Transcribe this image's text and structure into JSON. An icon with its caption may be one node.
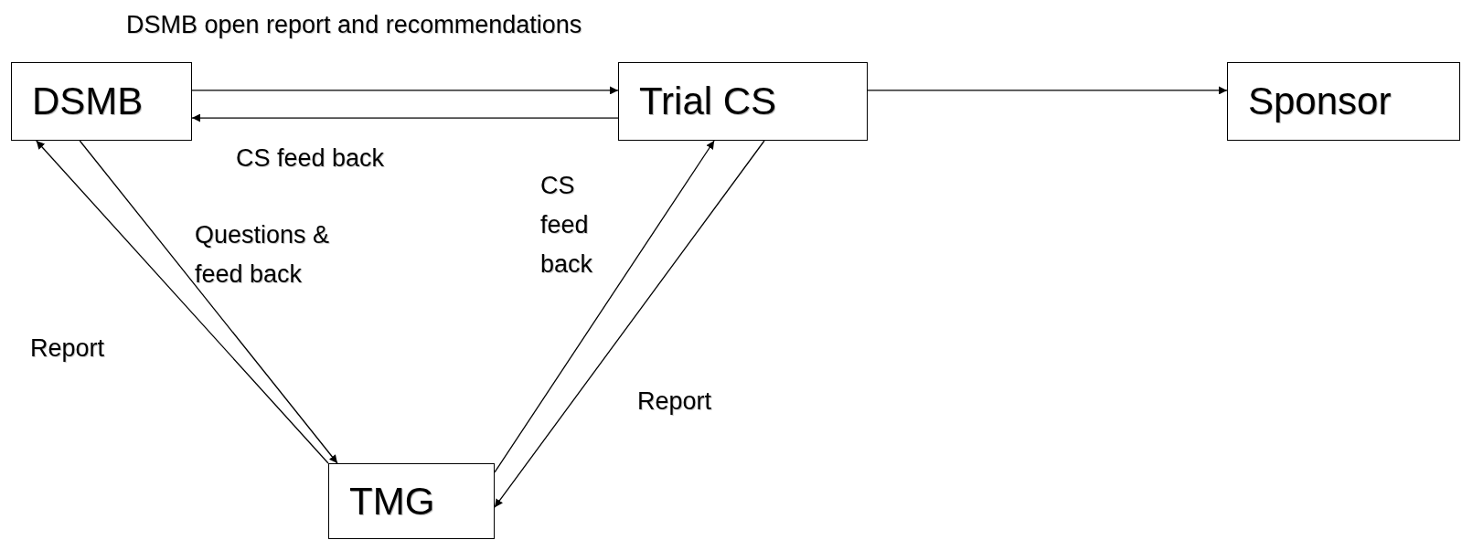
{
  "diagram": {
    "nodes": [
      {
        "text": [
          "DSMB"
        ]
      },
      {
        "text": [
          "Trial CS"
        ]
      },
      {
        "text": [
          "Sponsor"
        ]
      },
      {
        "text": [
          "TMG"
        ]
      }
    ],
    "edges": [
      {
        "from": 0,
        "to": 1,
        "arrow": "to",
        "label": "DSMB open report and recommendations"
      },
      {
        "from": 1,
        "to": 0,
        "arrow": "to",
        "label": "CS feed back"
      },
      {
        "from": 1,
        "to": 2,
        "arrow": "to"
      },
      {
        "from": 0,
        "to": 3,
        "arrow": "to",
        "label": "Questions & feed back"
      },
      {
        "from": 3,
        "to": 0,
        "arrow": "to",
        "label": "Report"
      },
      {
        "from": 3,
        "to": 1,
        "arrow": "to",
        "label": "CS feed back"
      },
      {
        "from": 1,
        "to": 3,
        "arrow": "to",
        "label": "Report"
      }
    ]
  }
}
